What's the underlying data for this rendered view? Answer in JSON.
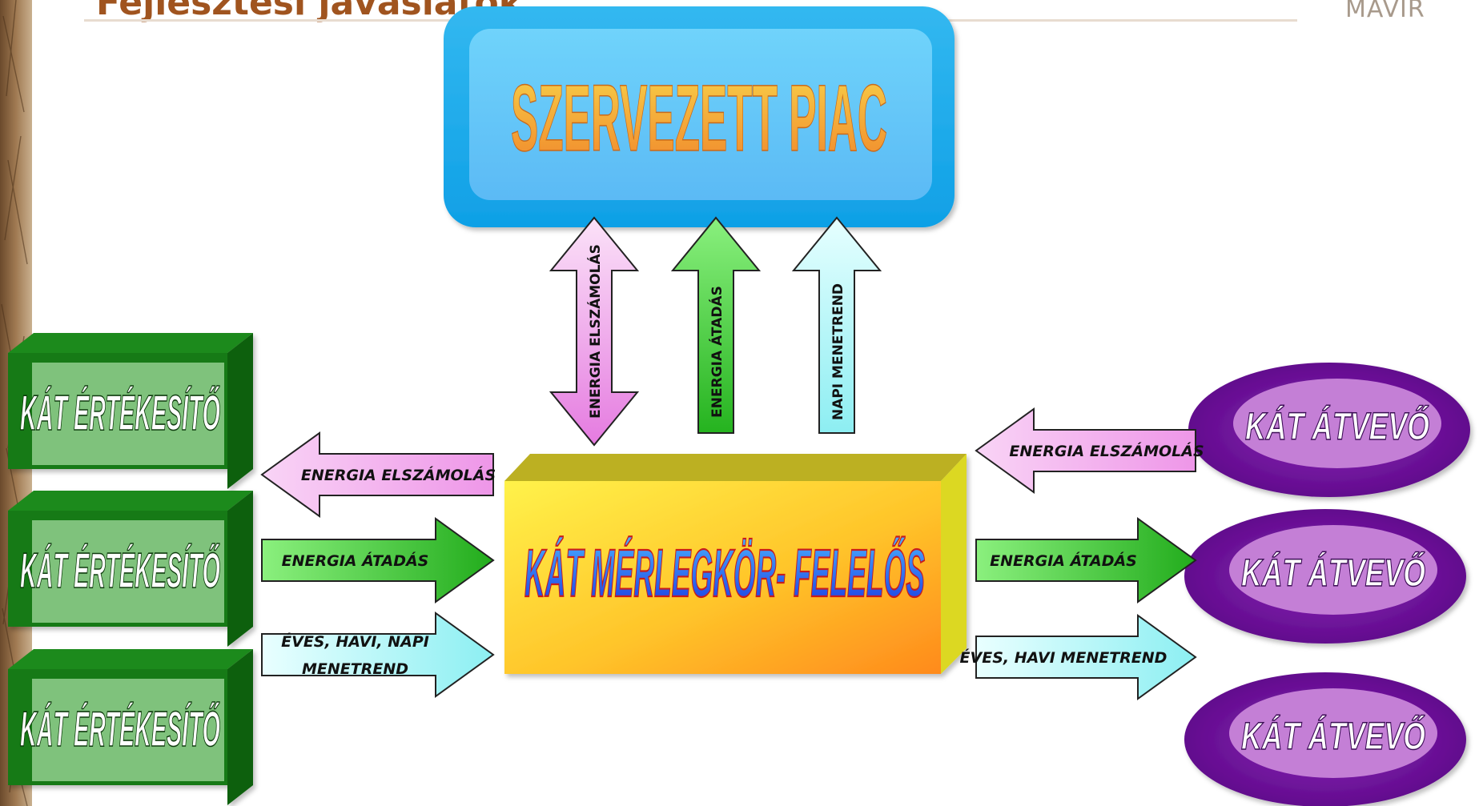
{
  "slide": {
    "title": "Fejlesztési javaslatok",
    "logo": "MAVIR"
  },
  "diagram": {
    "market": {
      "label": "SZERVEZETT PIAC"
    },
    "center": {
      "label": "KÁT MÉRLEGKÖR- FELELŐS"
    },
    "sellers": [
      {
        "label": "KÁT ÉRTÉKESÍTŐ"
      },
      {
        "label": "KÁT ÉRTÉKESÍTŐ"
      },
      {
        "label": "KÁT ÉRTÉKESÍTŐ"
      }
    ],
    "receivers": [
      {
        "label": "KÁT ÁTVEVŐ"
      },
      {
        "label": "KÁT ÁTVEVŐ"
      },
      {
        "label": "KÁT ÁTVEVŐ"
      }
    ],
    "vertical_arrows": [
      {
        "label": "ENERGIA ELSZÁMOLÁS",
        "color": "#f6b6f0",
        "direction": "both"
      },
      {
        "label": "ENERGIA ÁTADÁS",
        "color": "#3fcf3a",
        "direction": "up"
      },
      {
        "label": "NAPI MENETREND",
        "color": "#a9f4f6",
        "direction": "up"
      }
    ],
    "left_arrows": [
      {
        "lines": [
          "ENERGIA ELSZÁMOLÁS"
        ],
        "color": "#f4b6f0",
        "direction": "left"
      },
      {
        "lines": [
          "ENERGIA ÁTADÁS"
        ],
        "color": "#49cc3c",
        "direction": "right"
      },
      {
        "lines": [
          "ÉVES, HAVI, NAPI",
          "MENETREND"
        ],
        "color": "#b6f6f8",
        "direction": "right"
      }
    ],
    "right_arrows": [
      {
        "lines": [
          "ENERGIA ELSZÁMOLÁS"
        ],
        "color": "#f4b6f0",
        "direction": "left"
      },
      {
        "lines": [
          "ENERGIA ÁTADÁS"
        ],
        "color": "#49cc3c",
        "direction": "right"
      },
      {
        "lines": [
          "ÉVES, HAVI MENETREND"
        ],
        "color": "#b6f6f8",
        "direction": "right"
      }
    ]
  }
}
